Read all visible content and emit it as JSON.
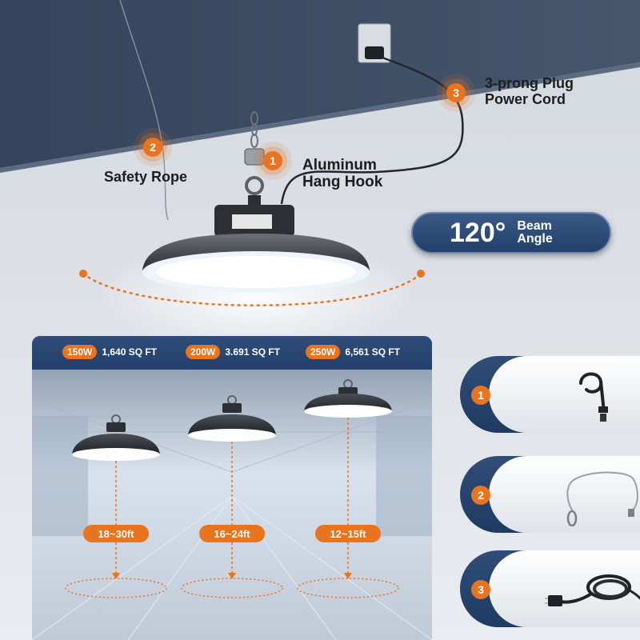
{
  "callouts": [
    {
      "num": "1",
      "label": "Aluminum Hang Hook"
    },
    {
      "num": "2",
      "label": "Safety Rope"
    },
    {
      "num": "3",
      "label": "3-prong Plug Power Cord"
    }
  ],
  "beam": {
    "degrees": "120°",
    "label_line1": "Beam",
    "label_line2": "Angle"
  },
  "specs": [
    {
      "watt": "150W",
      "area": "1,640 SQ FT",
      "height": "18~30ft"
    },
    {
      "watt": "200W",
      "area": "3.691 SQ FT",
      "height": "16~24ft"
    },
    {
      "watt": "250W",
      "area": "6,561 SQ FT",
      "height": "12~15ft"
    }
  ],
  "accessories": [
    {
      "num": "1",
      "icon": "hook-icon"
    },
    {
      "num": "2",
      "icon": "safety-rope-icon"
    },
    {
      "num": "3",
      "icon": "power-cord-icon"
    }
  ],
  "colors": {
    "accent": "#e8741f",
    "navy": "#22406b",
    "ceiling": "#3b4b63",
    "wall": "#c9ced6"
  }
}
